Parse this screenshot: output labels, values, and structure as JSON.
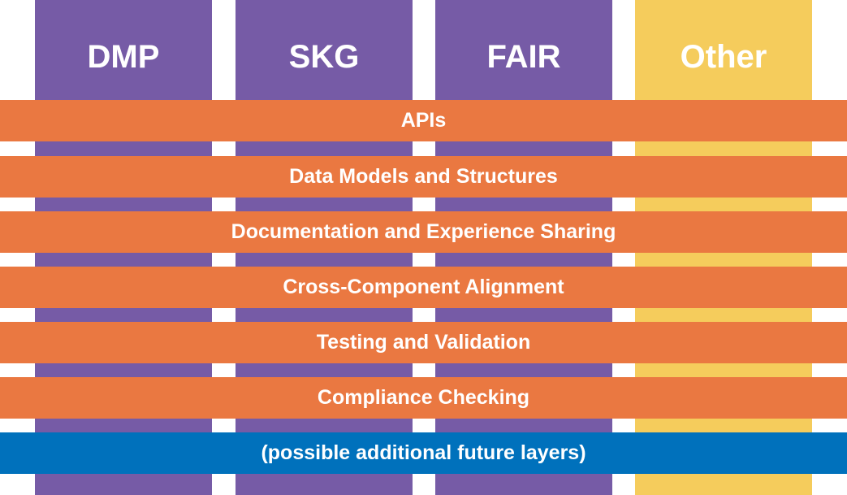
{
  "columns": [
    {
      "label": "DMP"
    },
    {
      "label": "SKG"
    },
    {
      "label": "FAIR"
    },
    {
      "label": "Other"
    }
  ],
  "layers": [
    {
      "label": "APIs"
    },
    {
      "label": "Data Models and Structures"
    },
    {
      "label": "Documentation and Experience Sharing"
    },
    {
      "label": "Cross-Component Alignment"
    },
    {
      "label": "Testing and Validation"
    },
    {
      "label": "Compliance Checking"
    },
    {
      "label": "(possible additional future layers)"
    }
  ],
  "colors": {
    "column": "#765ba6",
    "other_column": "#f5cc5c",
    "layer": "#ea7841",
    "future_layer": "#0071bc"
  }
}
